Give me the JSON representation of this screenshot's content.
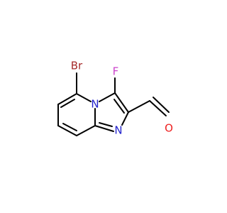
{
  "atoms": {
    "bromine": "Br",
    "fluorine": "F",
    "nitrogen_bridgehead": "N",
    "nitrogen_imine": "N",
    "oxygen": "O"
  },
  "colors": {
    "bond": "#000000",
    "bromine": "#a52a2a",
    "fluorine": "#cc44cc",
    "nitrogen": "#2222cc",
    "oxygen": "#ee2222"
  }
}
